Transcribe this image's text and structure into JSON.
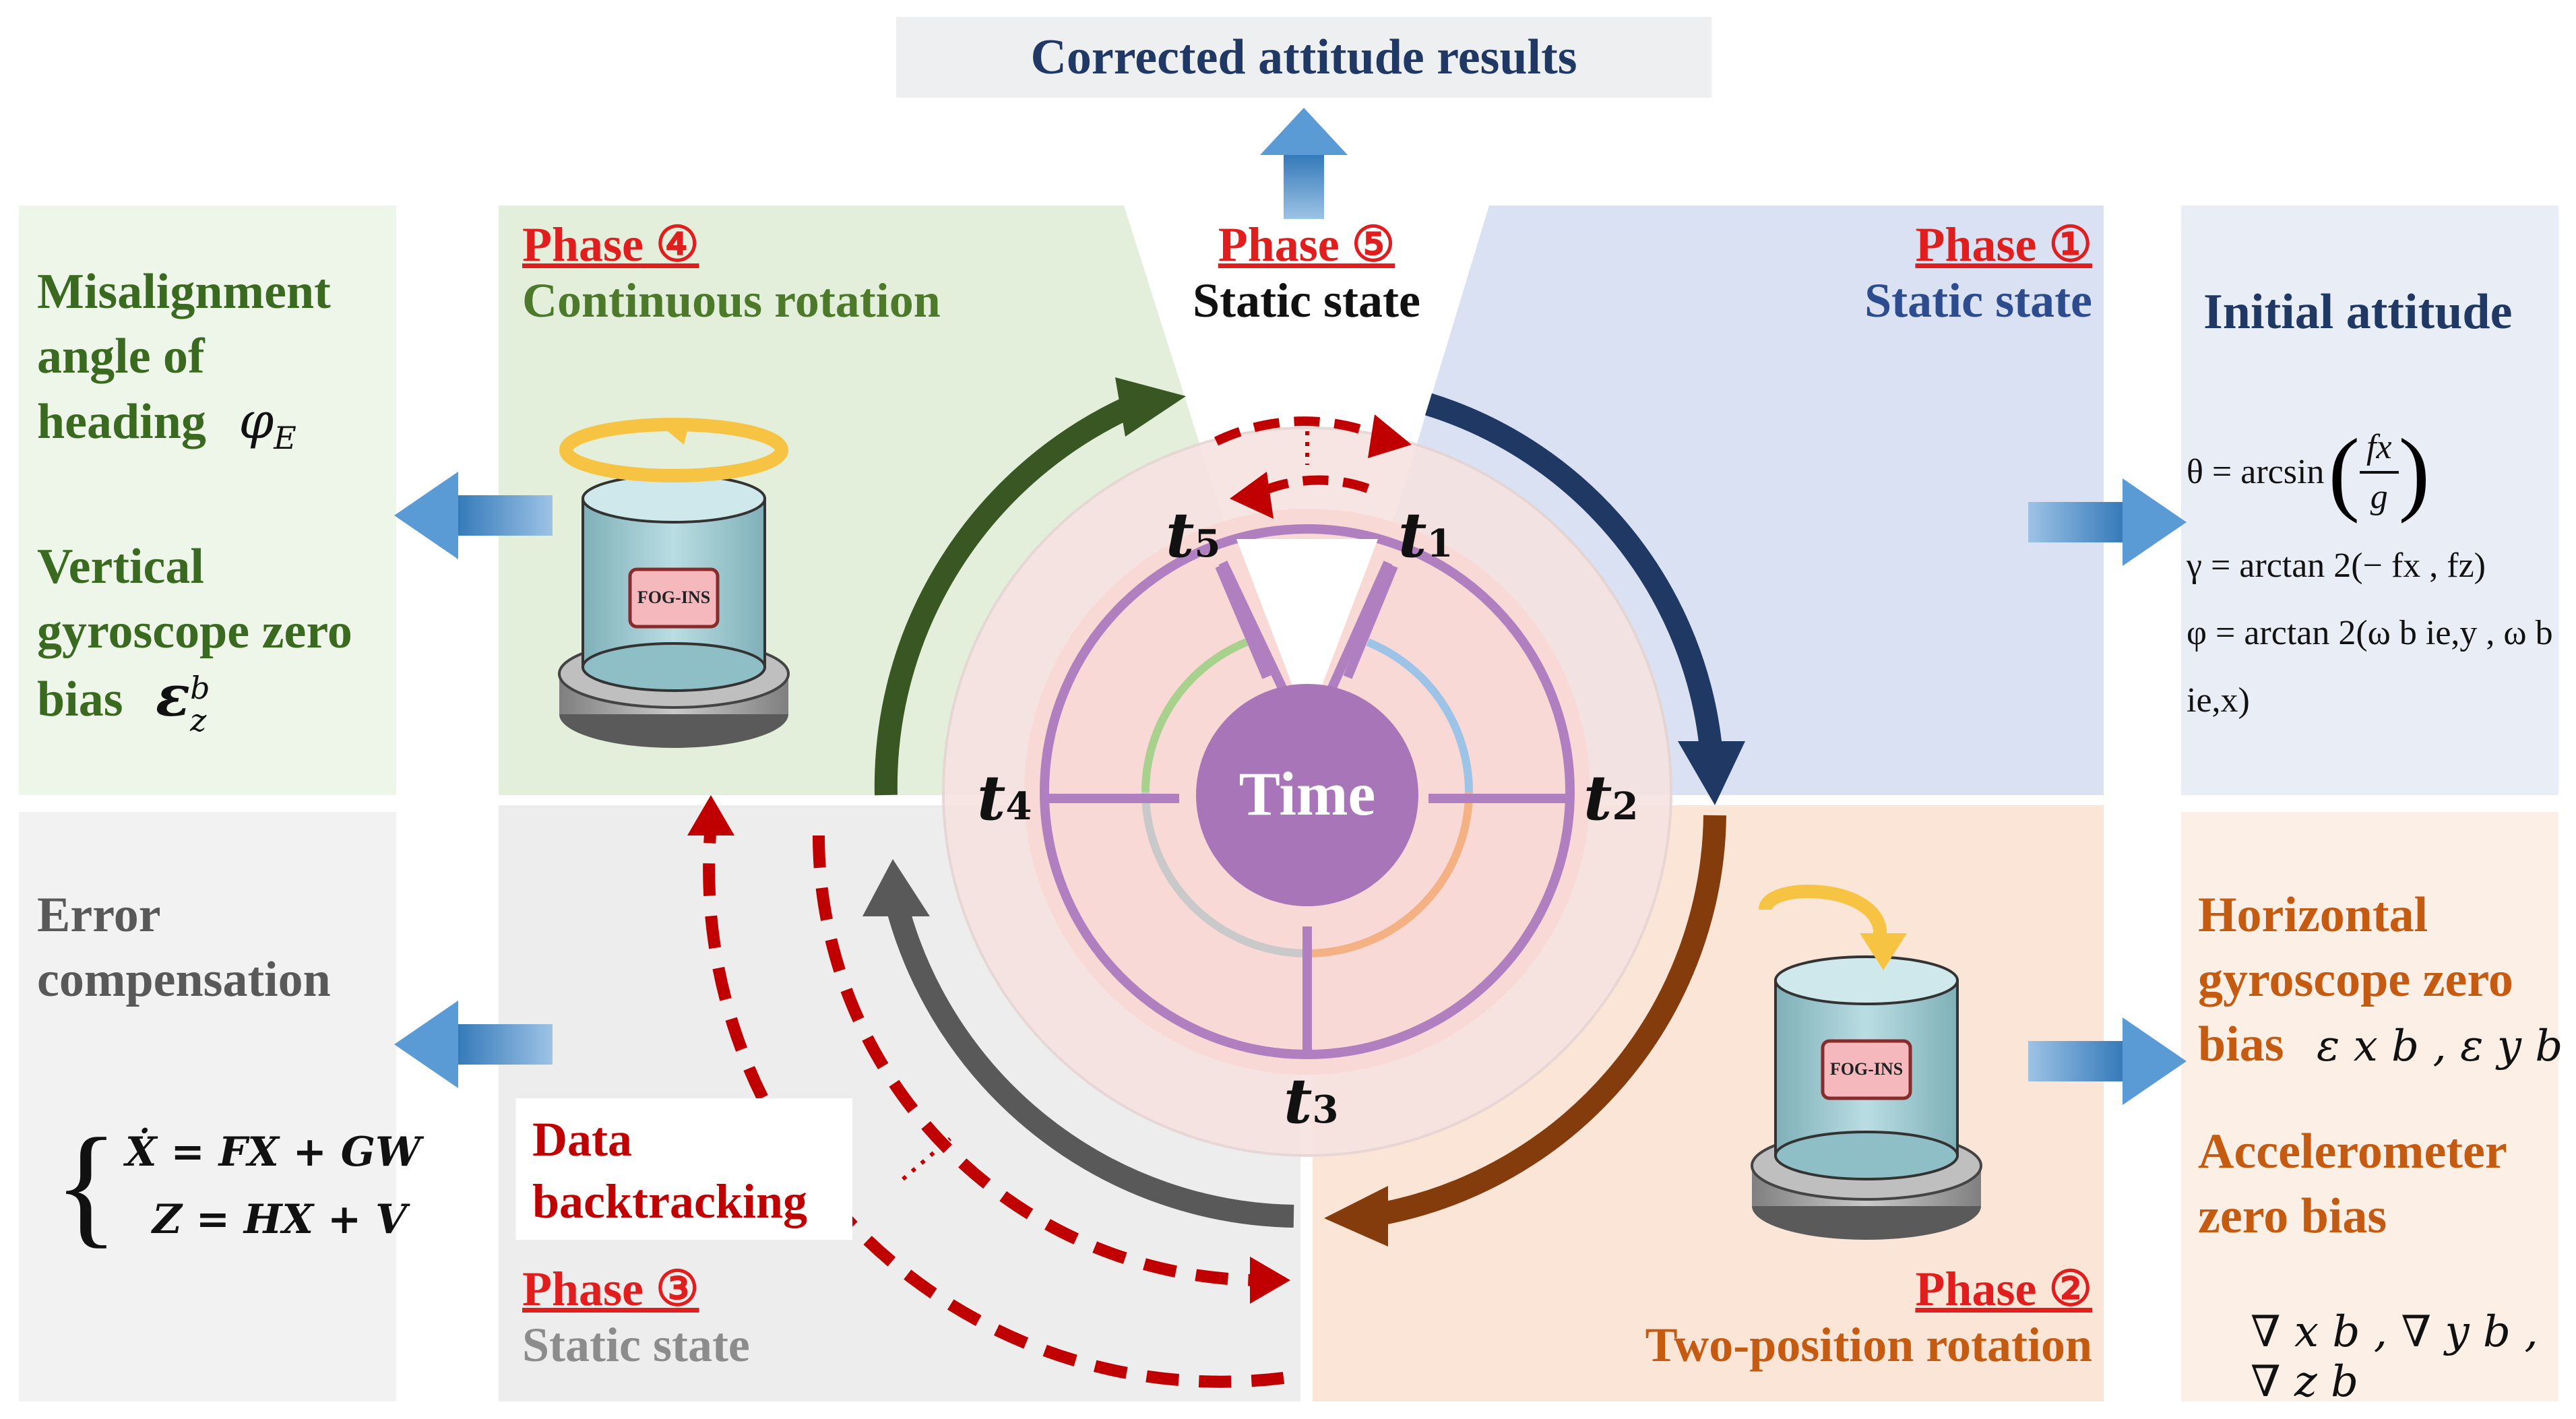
{
  "top_result": "Corrected attitude results",
  "center_label": "Time",
  "time_marks": [
    "t1",
    "t2",
    "t3",
    "t4",
    "t5"
  ],
  "phases": {
    "p1": {
      "title": "Phase ①",
      "state": "Static state"
    },
    "p2": {
      "title": "Phase ②",
      "state": "Two-position rotation"
    },
    "p3": {
      "title": "Phase ③",
      "state": "Static state"
    },
    "p4": {
      "title": "Phase ④",
      "state": "Continuous rotation"
    },
    "p5": {
      "title": "Phase ⑤",
      "state": "Static state"
    }
  },
  "device_label": "FOG-INS",
  "data_backtracking": "Data backtracking",
  "left_top": {
    "line1": "Misalignment",
    "line2": "angle of",
    "line3": "heading",
    "symbol": "φ",
    "sub": "E",
    "vert1": "Vertical",
    "vert2": "gyroscope zero",
    "vert3": "bias",
    "vsym": "ε",
    "vsup": "b",
    "vsub": "z"
  },
  "left_bottom": {
    "line1": "Error",
    "line2": "compensation",
    "eq1": "Ẋ = FX + GW",
    "eq2": "Z = HX + V"
  },
  "right_top": {
    "title": "Initial attitude",
    "eq1_lhs": "θ = arcsin",
    "eq1_num": "fx",
    "eq1_den": "g",
    "eq2": "γ = arctan 2(− fx , fz)",
    "eq3": "φ = arctan 2(ω b ie,y , ω b ie,x)"
  },
  "right_bottom": {
    "h1": "Horizontal",
    "h2": "gyroscope zero",
    "h3": "bias",
    "hsym": "ε x b , ε y b",
    "a1": "Accelerometer",
    "a2": "zero bias",
    "asym": "∇ x b , ∇ y b , ∇ z b"
  },
  "colors": {
    "green_panel": "#e3efda",
    "blue_panel": "#d9e1f2",
    "orange_panel": "#fbe5d6",
    "gray_panel": "#ededed",
    "green_text": "#4d7a2a",
    "blue_text": "#2c4c8e",
    "orange_text": "#c55a11",
    "gray_text": "#8c8c8c",
    "phase_red": "#e01e1e",
    "center_purple": "#a875b8"
  }
}
